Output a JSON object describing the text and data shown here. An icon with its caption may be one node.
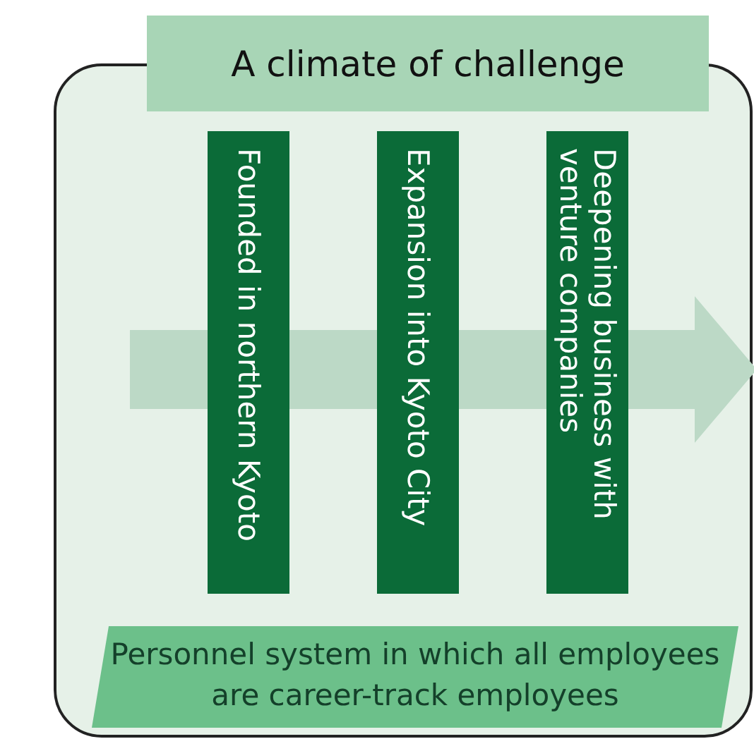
{
  "diagram": {
    "nodes": [
      {
        "text": [
          "A climate of challenge"
        ]
      },
      {
        "text": [
          "Founded in northern Kyoto"
        ],
        "in": 0
      },
      {
        "text": [
          "Expansion into Kyoto City"
        ],
        "in": 0
      },
      {
        "text": [
          "Deepening business with venture companies"
        ],
        "in": 0
      },
      {
        "text": [
          "Personnel system in which all employees are career-track employees"
        ],
        "in": 0
      }
    ]
  }
}
